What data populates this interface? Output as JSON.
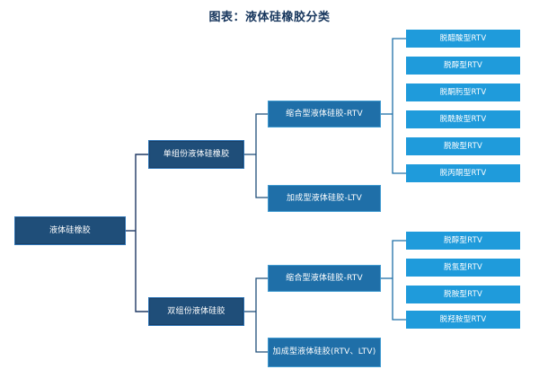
{
  "title": "图表：液体硅橡胶分类",
  "colors": {
    "title_text": "#17365d",
    "root_fill": "#1f4e79",
    "branch_fill": "#1f6fa8",
    "leaf_fill": "#1f9bdb",
    "connector_dark": "#1f3864",
    "background": "#ffffff"
  },
  "root": {
    "label": "液体硅橡胶"
  },
  "branches": [
    {
      "label": "单组份液体硅橡胶",
      "children": [
        {
          "label": "缩合型液体硅胶-RTV",
          "leaves": [
            "脱醋酸型RTV",
            "脱醇型RTV",
            "脱酮肟型RTV",
            "脱酰胺型RTV",
            "脱胺型RTV",
            "脱丙酮型RTV"
          ]
        },
        {
          "label": "加成型液体硅胶-LTV",
          "leaves": []
        }
      ]
    },
    {
      "label": "双组份液体硅胶",
      "children": [
        {
          "label": "缩合型液体硅胶-RTV",
          "leaves": [
            "脱醇型RTV",
            "脱氢型RTV",
            "脱胺型RTV",
            "脱羟胺型RTV"
          ]
        },
        {
          "label": "加成型液体硅胶(RTV、LTV)",
          "leaves": []
        }
      ]
    }
  ]
}
